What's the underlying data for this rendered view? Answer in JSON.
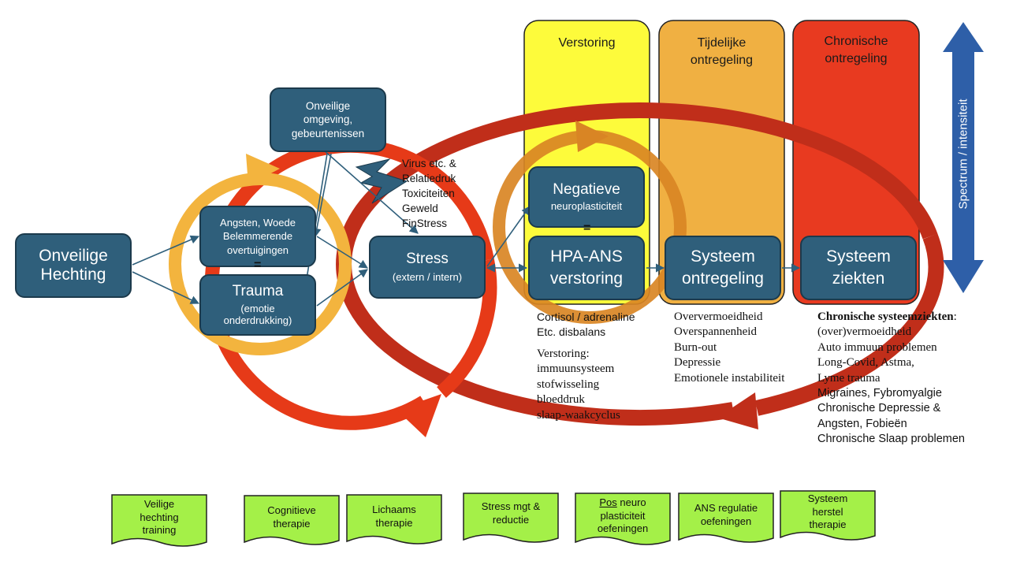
{
  "columns": {
    "verstoring": "Verstoring",
    "tijdelijke": [
      "Tijdelijke",
      "ontregeling"
    ],
    "chronische": [
      "Chronische",
      "ontregeling"
    ]
  },
  "spectrum_label": "Spectrum / intensiteit",
  "boxes": {
    "hechting": [
      "Onveilige",
      "Hechting"
    ],
    "omgeving": [
      "Onveilige",
      "omgeving,",
      "gebeurtenissen"
    ],
    "angsten": [
      "Angsten, Woede",
      "Belemmerende",
      "overtuigingen"
    ],
    "trauma": {
      "title": "Trauma",
      "sub": [
        "(emotie",
        "onderdrukking)"
      ]
    },
    "stress": {
      "title": "Stress",
      "sub": "(extern / intern)"
    },
    "negatieve": {
      "title": "Negatieve",
      "sub": "neuroplasticiteit"
    },
    "hpa": [
      "HPA-ANS",
      "verstoring"
    ],
    "systeem_ontregeling": [
      "Systeem",
      "ontregeling"
    ],
    "systeem_ziekten": [
      "Systeem",
      "ziekten"
    ]
  },
  "equals": "=",
  "stressors": [
    "Virus etc. &",
    "Relatiedruk",
    "Toxiciteiten",
    "Geweld",
    "FinStress"
  ],
  "cortisol": [
    "Cortisol / adrenaline",
    "Etc. disbalans"
  ],
  "verstoring_list": [
    "Verstoring:",
    "immuunsysteem",
    "stofwisseling",
    "bloeddruk",
    "slaap-waakcyclus"
  ],
  "tijdelijk_list": [
    "Oververmoeidheid",
    "Overspannenheid",
    "Burn-out",
    "Depressie",
    "Emotionele instabiliteit"
  ],
  "chronisch": {
    "heading": "Chronische systeemziekten",
    "heading_suffix": ":",
    "items": [
      "(over)vermoeidheid",
      "Auto immuun problemen",
      "Long-Covid, Astma,",
      "Lyme trauma",
      "Migraines, Fybromyalgie",
      "Chronische Depressie &",
      "Angsten, Fobieën",
      "Chronische Slaap problemen"
    ]
  },
  "therapies": [
    [
      "Veilige",
      "hechting",
      "training"
    ],
    [
      "Cognitieve",
      "therapie"
    ],
    [
      "Lichaams",
      "therapie"
    ],
    [
      "Stress mgt &",
      "reductie"
    ],
    [
      "Pos",
      " neuro",
      "plasticiteit",
      "oefeningen"
    ],
    [
      "ANS regulatie",
      "oefeningen"
    ],
    [
      "Systeem",
      "herstel",
      "therapie"
    ]
  ],
  "colors": {
    "box_fill": "#2f5f7b",
    "verstoring_col": "#fdfb3b",
    "tijdelijk_col": "#f0b042",
    "chronisch_col": "#e83a20",
    "cycle_red": "#e63a18",
    "cycle_darkred": "#c02e1a",
    "cycle_yellow": "#f3b43e",
    "cycle_orange": "#d98524",
    "therapy_green": "#a4f048",
    "spectrum_blue": "#2e5fa8"
  }
}
